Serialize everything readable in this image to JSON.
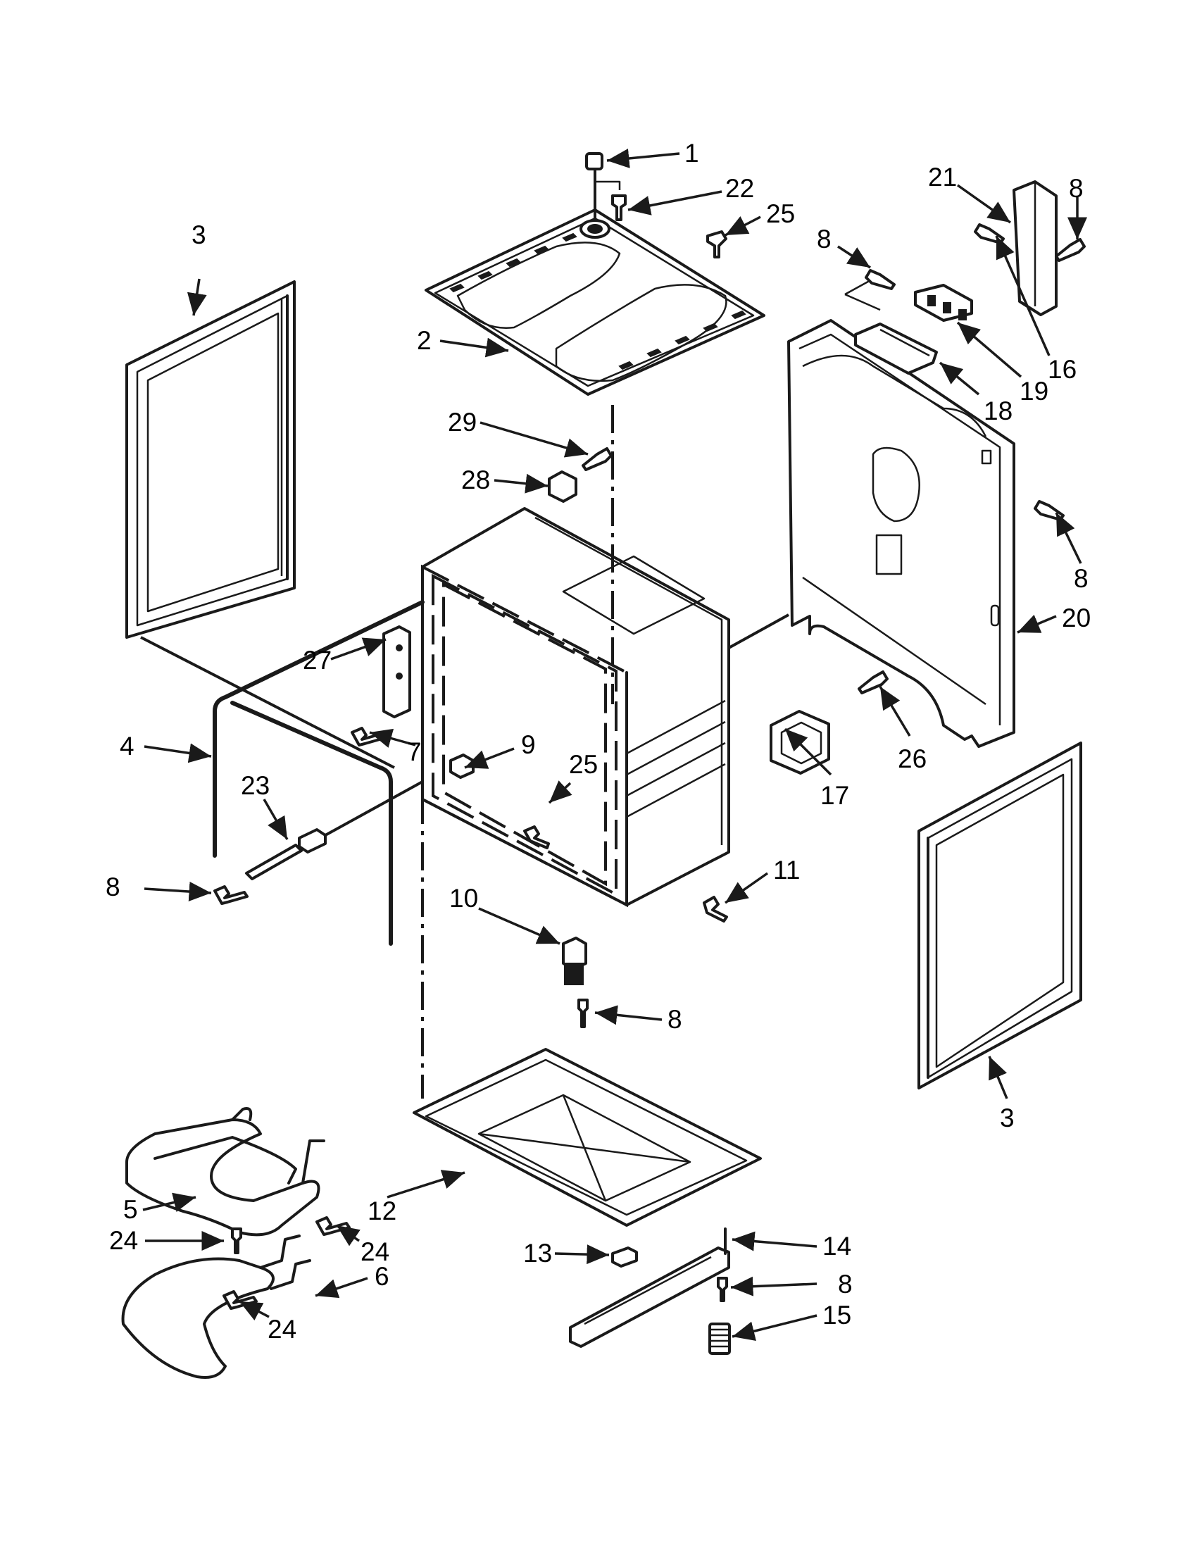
{
  "callouts": {
    "c1": "1",
    "c2": "2",
    "c3_left": "3",
    "c3_right": "3",
    "c4": "4",
    "c5": "5",
    "c6": "6",
    "c7": "7",
    "c8_top_right": "8",
    "c8_top_mid": "8",
    "c8_right_side": "8",
    "c8_left": "8",
    "c8_mid": "8",
    "c8_bottom": "8",
    "c9": "9",
    "c10": "10",
    "c11": "11",
    "c12": "12",
    "c13": "13",
    "c14": "14",
    "c15": "15",
    "c16": "16",
    "c17": "17",
    "c18": "18",
    "c19": "19",
    "c20": "20",
    "c21": "21",
    "c22": "22",
    "c23": "23",
    "c24_left": "24",
    "c24_right": "24",
    "c24_bottom": "24",
    "c25_top": "25",
    "c25_mid": "25",
    "c26": "26",
    "c27": "27",
    "c28": "28",
    "c29": "29"
  }
}
